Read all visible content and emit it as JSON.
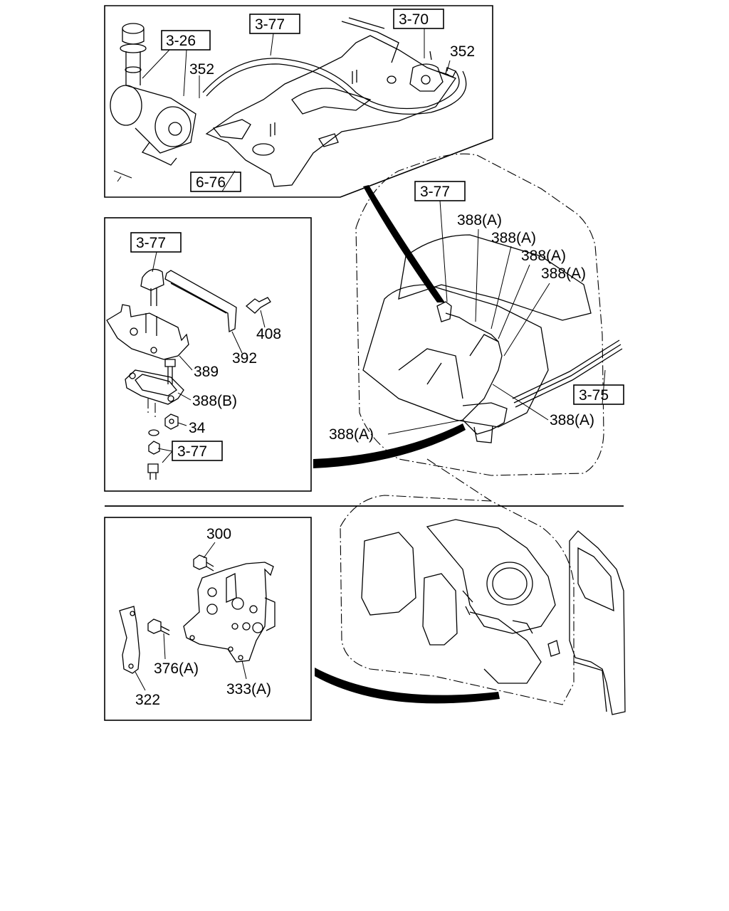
{
  "top_panel": {
    "refs": [
      "3-26",
      "3-77",
      "3-70",
      "6-76"
    ],
    "parts": [
      "352",
      "352"
    ]
  },
  "middle_left_panel": {
    "refs": [
      "3-77",
      "3-77"
    ],
    "parts": [
      "408",
      "392",
      "389",
      "388(B)",
      "34"
    ]
  },
  "middle_right_panel": {
    "refs": [
      "3-77",
      "3-75"
    ],
    "parts": [
      "388(A)",
      "388(A)",
      "388(A)",
      "388(A)",
      "388(A)",
      "388(A)"
    ]
  },
  "bottom_left_panel": {
    "parts": [
      "300",
      "376(A)",
      "322",
      "333(A)"
    ]
  }
}
